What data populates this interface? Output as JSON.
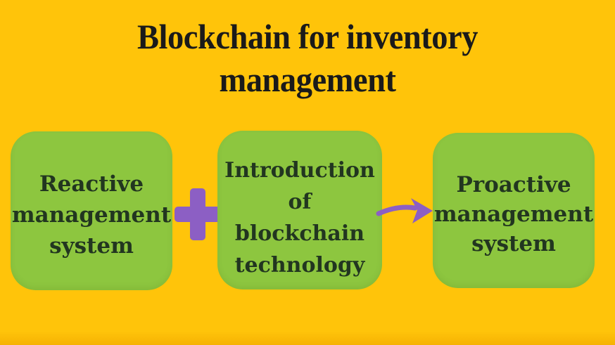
{
  "title": {
    "line1": "Blockchain for inventory",
    "line2": "management"
  },
  "flow": {
    "steps": [
      {
        "label": "Reactive management system",
        "lines": [
          "Reactive",
          "management",
          "system"
        ]
      },
      {
        "label": "Introduction of blockchain technology",
        "lines": [
          "Introduction",
          "of",
          "blockchain",
          "technology"
        ]
      },
      {
        "label": "Proactive management system",
        "lines": [
          "Proactive",
          "management",
          "system"
        ]
      }
    ],
    "connectors": [
      {
        "name": "plus-icon",
        "symbol": "+"
      },
      {
        "name": "arrow-right-icon",
        "symbol": "→"
      }
    ]
  },
  "colors": {
    "background": "#FFC40A",
    "box_fill": "#8DC63F",
    "box_text": "#223620",
    "title_text": "#1a1a1a",
    "connector": "#8C5FC4"
  }
}
